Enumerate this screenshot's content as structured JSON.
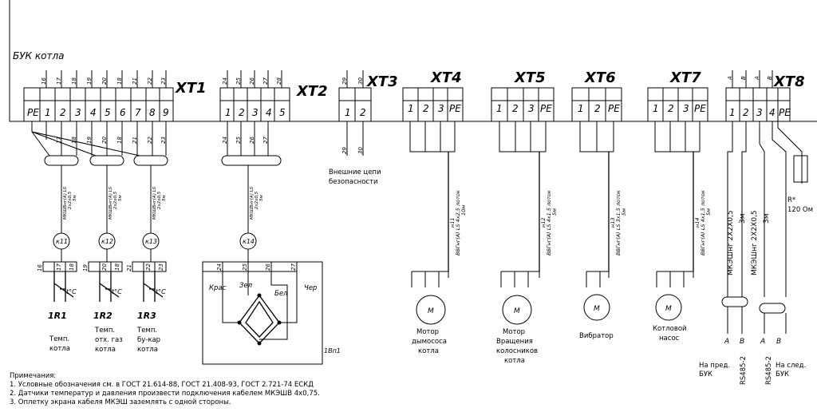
{
  "controller_title": "БУК котла",
  "strips": {
    "xt1": {
      "name": "XT1",
      "terminals": [
        "PE",
        "1",
        "2",
        "3",
        "4",
        "5",
        "6",
        "7",
        "8",
        "9"
      ]
    },
    "xt2": {
      "name": "XT2",
      "terminals": [
        "1",
        "2",
        "3",
        "4",
        "5"
      ]
    },
    "xt3": {
      "name": "XT3",
      "terminals": [
        "1",
        "2"
      ]
    },
    "xt4": {
      "name": "XT4",
      "terminals": [
        "1",
        "2",
        "3",
        "PE"
      ]
    },
    "xt5": {
      "name": "XT5",
      "terminals": [
        "1",
        "2",
        "3",
        "PE"
      ]
    },
    "xt6": {
      "name": "XT6",
      "terminals": [
        "1",
        "2",
        "PE"
      ]
    },
    "xt7": {
      "name": "XT7",
      "terminals": [
        "1",
        "2",
        "3",
        "PE"
      ]
    },
    "xt8": {
      "name": "XT8",
      "terminals": [
        "1",
        "2",
        "3",
        "4",
        "PE"
      ]
    }
  },
  "wires": {
    "xt1_top": [
      "16",
      "17",
      "18",
      "19",
      "20",
      "18",
      "21",
      "22",
      "23"
    ],
    "xt1_bottom": [
      "16",
      "17",
      "18",
      "19",
      "20",
      "18",
      "21",
      "22",
      "23"
    ],
    "xt2_top": [
      "24",
      "25",
      "26",
      "27",
      "28"
    ],
    "xt2_bottom": [
      "24",
      "25",
      "26",
      "27"
    ],
    "xt3_top": [
      "29",
      "30"
    ],
    "xt3_bottom": [
      "29",
      "30"
    ],
    "xt8_top": [
      "A",
      "B",
      "A",
      "B"
    ]
  },
  "cables": {
    "k11": {
      "id": "к11",
      "spec": "МКШВнг(А) LS",
      "size": "2х2х0,5",
      "len": "5м"
    },
    "k12": {
      "id": "к12",
      "spec": "МКШВнг(А) LS",
      "size": "2х2х0,5",
      "len": "5м"
    },
    "k13": {
      "id": "к13",
      "spec": "МКШВнг(А) LS",
      "size": "2х2х0,5",
      "len": "5м"
    },
    "k14": {
      "id": "к14",
      "spec": "МКШВнг(А) LS",
      "size": "2х2х0,5",
      "len": "5м"
    },
    "n11": {
      "id": "н11",
      "spec": "ВВГнг(А) LS 4х2,5 лоток",
      "len": "10м"
    },
    "n12": {
      "id": "н12",
      "spec": "ВВГнг(А) LS 4х1,5 лоток",
      "len": "5м"
    },
    "n13": {
      "id": "н13",
      "spec": "ВВГнг(А) LS 3х1,5 лоток",
      "len": "5м"
    },
    "n14": {
      "id": "н14",
      "spec": "ВВГнг(А) LS 4х1,5 лоток",
      "len": "5м"
    },
    "bus1": {
      "spec": "МКЭШнг 2Х2Х0,5",
      "len": "3м"
    },
    "bus2": {
      "spec": "МКЭШнг 2Х2Х0,5",
      "len": "3м"
    }
  },
  "sensors": {
    "r1": {
      "pos": "1R1",
      "label": [
        "Темп.",
        "котла"
      ],
      "wires": [
        "16",
        "17",
        "18"
      ]
    },
    "r2": {
      "pos": "1R2",
      "label": [
        "Темп.",
        "отх. газ",
        "котла"
      ],
      "wires": [
        "19",
        "20",
        "18"
      ]
    },
    "r3": {
      "pos": "1R3",
      "label": [
        "Темп.",
        "бу-кар",
        "котла"
      ],
      "wires": [
        "21",
        "22",
        "23"
      ]
    },
    "temp_symbol": "t°C"
  },
  "bridge": {
    "pos": "1Bп1",
    "wires": [
      "24",
      "25",
      "26",
      "27"
    ],
    "colors": [
      "Крас",
      "Зел",
      "Бел",
      "Чер"
    ]
  },
  "motors": {
    "symbol": "М",
    "m1": [
      "Мотор",
      "дымососа",
      "котла"
    ],
    "m2": [
      "Мотор",
      "Вращения",
      "колосников",
      "котла"
    ],
    "m3": [
      "Вибратор"
    ],
    "m4": [
      "Котловой",
      "насос"
    ]
  },
  "safety_label": [
    "Внешние цепи",
    "безопасности"
  ],
  "rs485": {
    "ab1": [
      "A",
      "B"
    ],
    "ab2": [
      "A",
      "B"
    ],
    "label1": "RS485-2",
    "label2": "RS485-2",
    "prev": [
      "На пред.",
      "БУК"
    ],
    "next": [
      "На след.",
      "БУК"
    ]
  },
  "resistor": [
    "R*",
    "120 Ом"
  ],
  "notes": [
    "Примечания:",
    "1. Условные обозначения см. в ГОСТ 21.614-88,  ГОСТ 21.408-93,  ГОСТ 2.721-74  ЕСКД",
    "2. Датчики температур и давления произвести подключения кабелем МКЭШВ 4х0,75.",
    "3. Оплетку экрана кабеля МКЭШ заземлять с одной стороны."
  ]
}
